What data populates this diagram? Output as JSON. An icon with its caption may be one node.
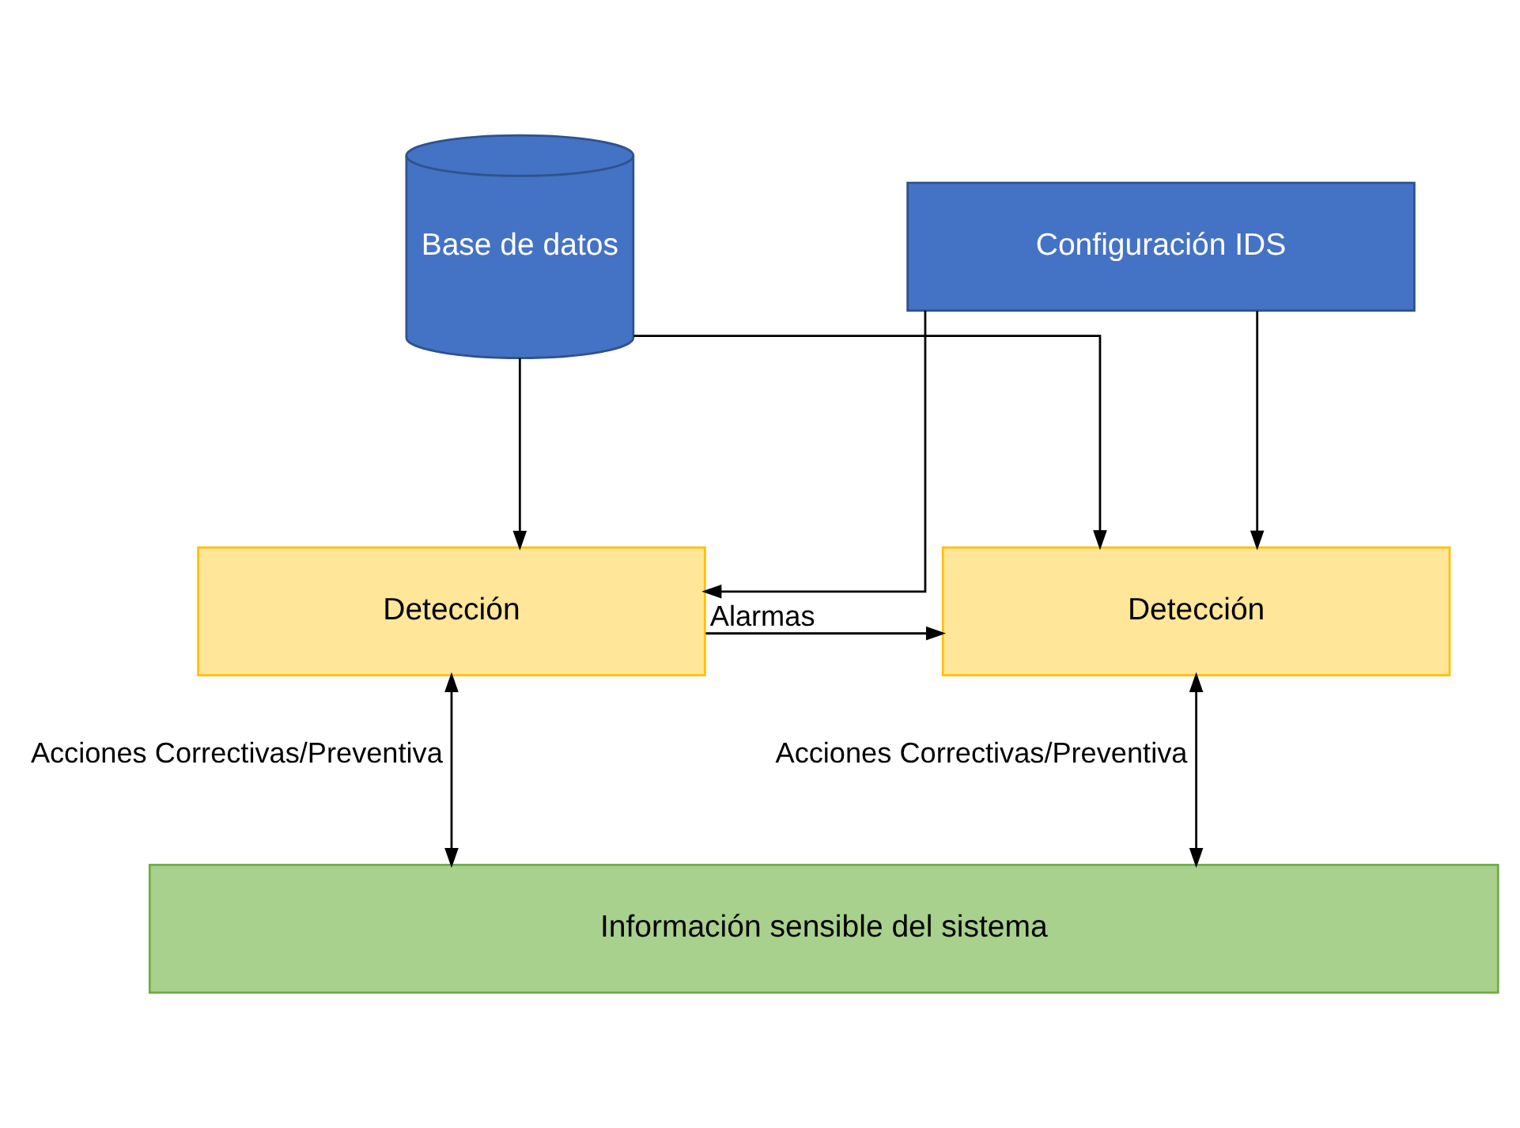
{
  "diagram": {
    "nodes": [
      {
        "text": [
          "Base de datos"
        ]
      },
      {
        "text": [
          "Configuración IDS"
        ]
      },
      {
        "text": [
          "Detección"
        ]
      },
      {
        "text": [
          "Detección"
        ]
      },
      {
        "text": [
          "Información sensible del sistema"
        ]
      }
    ],
    "edges": [
      {
        "from": 0,
        "to": 2,
        "arrow": "to"
      },
      {
        "from": 0,
        "to": 3,
        "arrow": "to"
      },
      {
        "from": 1,
        "to": 2,
        "arrow": "to"
      },
      {
        "from": 1,
        "to": 3,
        "arrow": "to"
      },
      {
        "from": 2,
        "to": 3,
        "arrow": "to",
        "label": "Alarmas"
      },
      {
        "from": 2,
        "to": 4,
        "arrow": "both",
        "label": "Acciones Correctivas/Preventiva"
      },
      {
        "from": 3,
        "to": 4,
        "arrow": "both",
        "label": "Acciones Correctivas/Preventiva"
      }
    ]
  }
}
